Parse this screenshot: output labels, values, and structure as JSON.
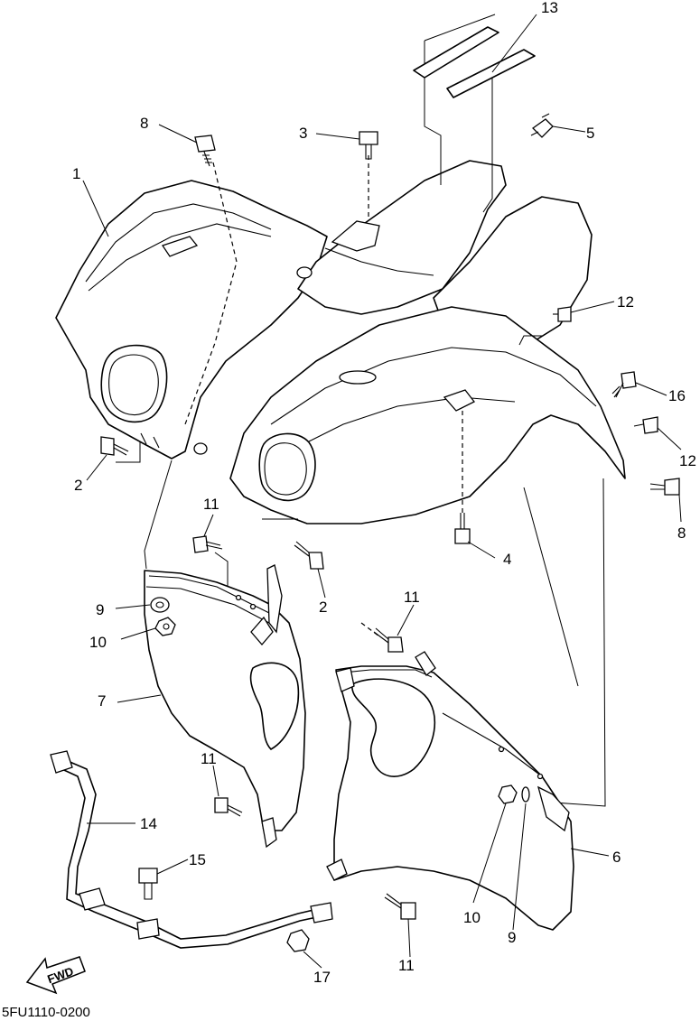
{
  "diagram_code": "5FU1110-0200",
  "fwd_label": "FWD",
  "callouts": {
    "c1": "1",
    "c2a": "2",
    "c2b": "2",
    "c3": "3",
    "c4": "4",
    "c5": "5",
    "c6": "6",
    "c7": "7",
    "c8a": "8",
    "c8b": "8",
    "c9a": "9",
    "c9b": "9",
    "c10a": "10",
    "c10b": "10",
    "c11a": "11",
    "c11b": "11",
    "c11c": "11",
    "c11d": "11",
    "c12a": "12",
    "c12b": "12",
    "c13": "13",
    "c14": "14",
    "c15": "15",
    "c16": "16",
    "c17": "17"
  }
}
